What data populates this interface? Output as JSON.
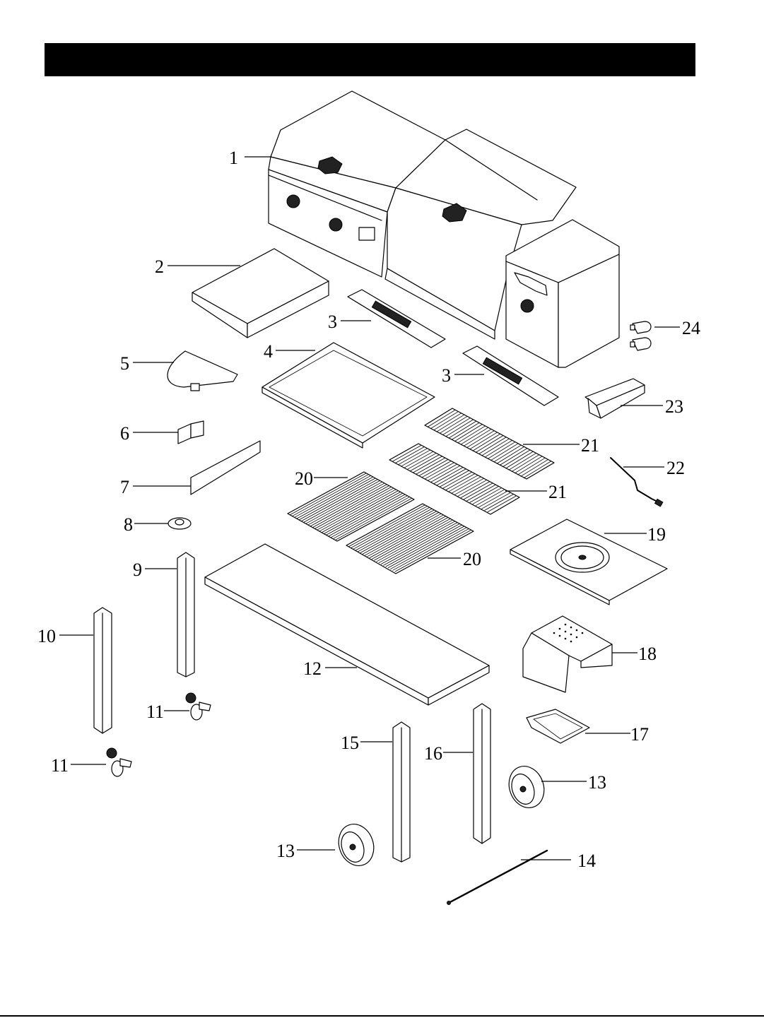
{
  "header": {
    "title": ""
  },
  "diagram": {
    "type": "exploded-parts-view",
    "callouts": [
      {
        "id": "c1",
        "label": "1"
      },
      {
        "id": "c2",
        "label": "2"
      },
      {
        "id": "c3a",
        "label": "3"
      },
      {
        "id": "c3b",
        "label": "3"
      },
      {
        "id": "c4",
        "label": "4"
      },
      {
        "id": "c5",
        "label": "5"
      },
      {
        "id": "c6",
        "label": "6"
      },
      {
        "id": "c7",
        "label": "7"
      },
      {
        "id": "c8",
        "label": "8"
      },
      {
        "id": "c9",
        "label": "9"
      },
      {
        "id": "c10",
        "label": "10"
      },
      {
        "id": "c11a",
        "label": "11"
      },
      {
        "id": "c11b",
        "label": "11"
      },
      {
        "id": "c12",
        "label": "12"
      },
      {
        "id": "c13a",
        "label": "13"
      },
      {
        "id": "c13b",
        "label": "13"
      },
      {
        "id": "c14",
        "label": "14"
      },
      {
        "id": "c15",
        "label": "15"
      },
      {
        "id": "c16",
        "label": "16"
      },
      {
        "id": "c17",
        "label": "17"
      },
      {
        "id": "c18",
        "label": "18"
      },
      {
        "id": "c19",
        "label": "19"
      },
      {
        "id": "c20a",
        "label": "20"
      },
      {
        "id": "c20b",
        "label": "20"
      },
      {
        "id": "c21a",
        "label": "21"
      },
      {
        "id": "c21b",
        "label": "21"
      },
      {
        "id": "c22",
        "label": "22"
      },
      {
        "id": "c23",
        "label": "23"
      },
      {
        "id": "c24",
        "label": "24"
      }
    ]
  }
}
